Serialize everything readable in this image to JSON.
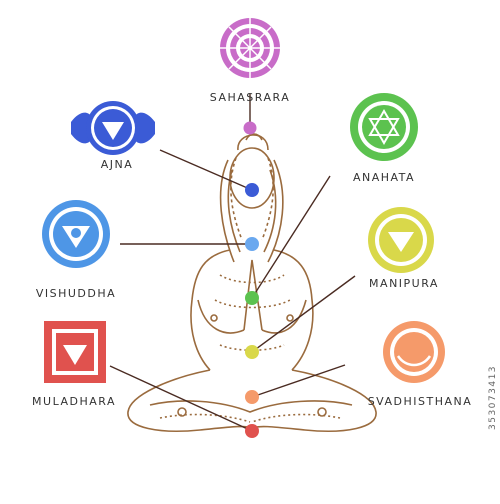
{
  "chakras": [
    {
      "id": "sahasrara",
      "name": "SAHASRARA",
      "color": "#c86cc8"
    },
    {
      "id": "ajna",
      "name": "AJNA",
      "color": "#3b5bd6"
    },
    {
      "id": "anahata",
      "name": "ANAHATA",
      "color": "#5cc24f"
    },
    {
      "id": "vishuddha",
      "name": "VISHUDDHA",
      "color": "#4e96e6"
    },
    {
      "id": "manipura",
      "name": "MANIPURA",
      "color": "#d9d84a"
    },
    {
      "id": "svadhisthana",
      "name": "SVADHISTHANA",
      "color": "#f59a6a"
    },
    {
      "id": "muladhara",
      "name": "MULADHARA",
      "color": "#e0524e"
    }
  ],
  "watermark": {
    "stock_id": "353073413"
  },
  "colors": {
    "line": "#4a2b22",
    "figure": "#9a6b3e",
    "label": "#333333"
  }
}
